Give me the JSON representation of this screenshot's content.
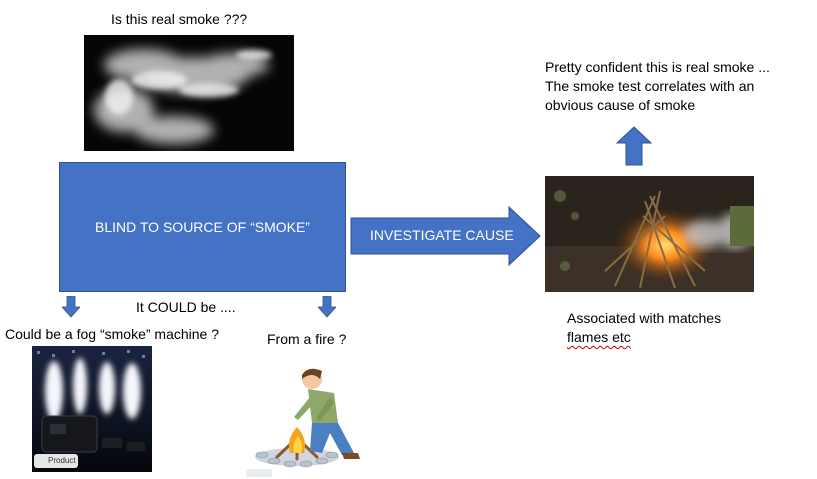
{
  "question_label": "Is this real smoke ???",
  "main_box_label": "BLIND TO SOURCE OF “SMOKE”",
  "investigate_arrow_label": "INVESTIGATE CAUSE",
  "could_be_label": "It COULD be ....",
  "option_fog_label": "Could be a  fog “smoke” machine ?",
  "option_fire_label": "From a fire ?",
  "confident_lines": [
    "Pretty confident this is real smoke ...",
    "The smoke test correlates with an",
    "obvious cause of smoke"
  ],
  "associated_lines": [
    "Associated with matches",
    "flames etc"
  ],
  "product_badge": "Product",
  "colors": {
    "box_fill": "#4472c4",
    "box_border": "#2f528f",
    "arrow_fill": "#4472c4"
  }
}
